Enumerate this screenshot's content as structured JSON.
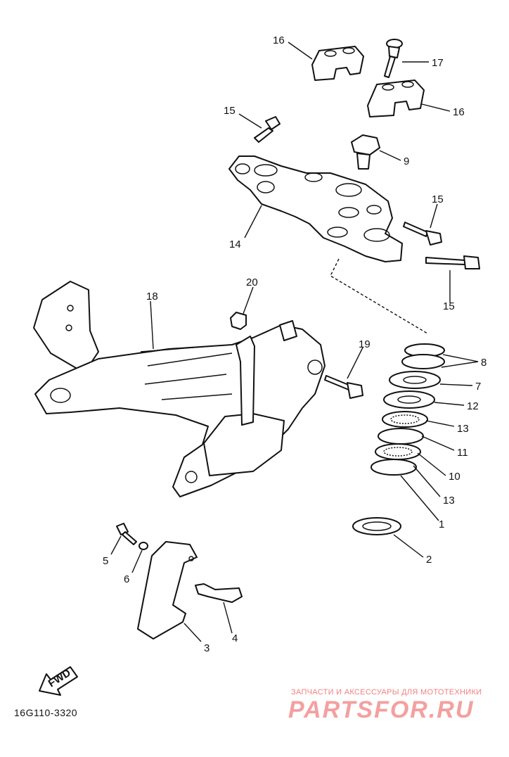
{
  "labels": [
    {
      "key": "p16a",
      "text": "16"
    },
    {
      "key": "p17",
      "text": "17"
    },
    {
      "key": "p16b",
      "text": "16"
    },
    {
      "key": "p15a",
      "text": "15"
    },
    {
      "key": "p9",
      "text": "9"
    },
    {
      "key": "p15b",
      "text": "15"
    },
    {
      "key": "p14",
      "text": "14"
    },
    {
      "key": "p15c",
      "text": "15"
    },
    {
      "key": "p20",
      "text": "20"
    },
    {
      "key": "p18",
      "text": "18"
    },
    {
      "key": "p19",
      "text": "19"
    },
    {
      "key": "p8",
      "text": "8"
    },
    {
      "key": "p7",
      "text": "7"
    },
    {
      "key": "p12",
      "text": "12"
    },
    {
      "key": "p13a",
      "text": "13"
    },
    {
      "key": "p11",
      "text": "11"
    },
    {
      "key": "p10",
      "text": "10"
    },
    {
      "key": "p13b",
      "text": "13"
    },
    {
      "key": "p1",
      "text": "1"
    },
    {
      "key": "p2",
      "text": "2"
    },
    {
      "key": "p5",
      "text": "5"
    },
    {
      "key": "p6",
      "text": "6"
    },
    {
      "key": "p4",
      "text": "4"
    },
    {
      "key": "p3",
      "text": "3"
    }
  ],
  "fwd_arrow_text": "FWD",
  "diagram_code": "16G110-3320",
  "watermark": {
    "tagline": "ЗАПЧАСТИ И АКСЕССУАРЫ ДЛЯ МОТОТЕХНИКИ",
    "brand": "PARTSFOR.RU",
    "color": "#f08080"
  }
}
